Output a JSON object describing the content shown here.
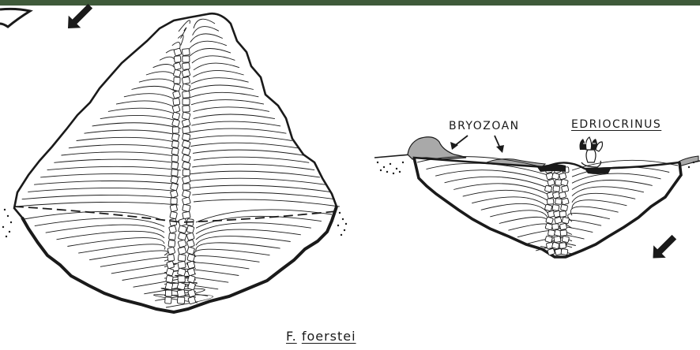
{
  "colors": {
    "top_bar": "#3f5a3a",
    "ink": "#1a1a1a",
    "encrusting_organism": "#a9a9a9"
  },
  "figure_left": {
    "species_label": {
      "genus_abbrev": "F.",
      "species_name": "foerstei"
    },
    "arrow_icon": "arrow-up-left-icon"
  },
  "figure_right": {
    "label_bryozoan": "BRYOZOAN",
    "label_edriocrinus": "EDRIOCRINUS",
    "arrow_icon": "arrow-up-left-icon"
  }
}
